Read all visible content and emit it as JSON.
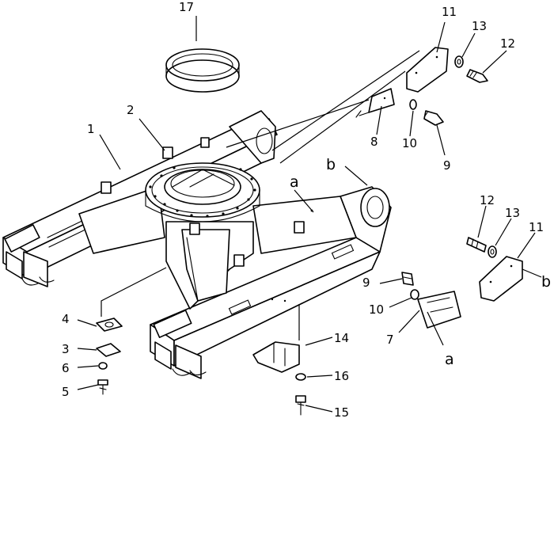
{
  "diagram": {
    "callouts": {
      "c1": "1",
      "c2": "2",
      "c3": "3",
      "c4": "4",
      "c5": "5",
      "c6": "6",
      "c7": "7",
      "c8": "8",
      "c9a": "9",
      "c9b": "9",
      "c10a": "10",
      "c10b": "10",
      "c11a": "11",
      "c11b": "11",
      "c12a": "12",
      "c12b": "12",
      "c13a": "13",
      "c13b": "13",
      "c14": "14",
      "c15": "15",
      "c16": "16",
      "c17": "17",
      "a1": "a",
      "a2": "a",
      "b1": "b",
      "b2": "b"
    }
  }
}
